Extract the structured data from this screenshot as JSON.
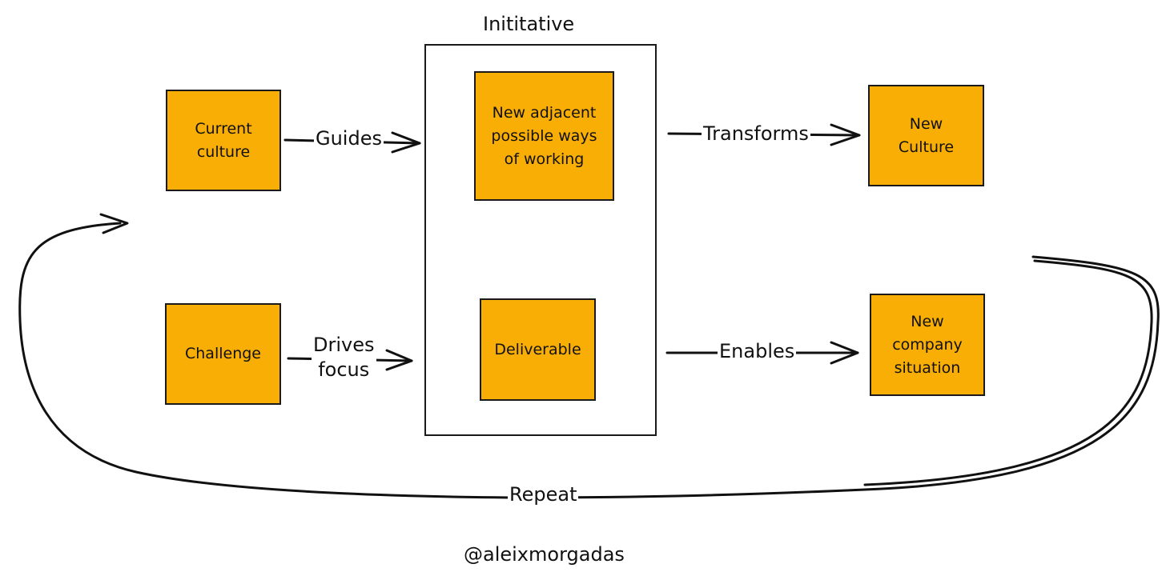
{
  "diagram": {
    "container_title": "Inititative",
    "boxes": {
      "current_culture": "Current\nculture",
      "challenge": "Challenge",
      "new_ways": "New adjacent\npossible ways\nof working",
      "deliverable": "Deliverable",
      "new_culture": "New\nCulture",
      "new_situation": "New\ncompany\nsituation"
    },
    "edges": {
      "guides": "Guides",
      "drives_focus": "Drives\nfocus",
      "transforms": "Transforms",
      "enables": "Enables",
      "repeat": "Repeat"
    },
    "credit": "@aleixmorgadas",
    "colors": {
      "box_fill": "#f9ae06",
      "stroke": "#1a1a1a",
      "background": "#ffffff"
    }
  }
}
